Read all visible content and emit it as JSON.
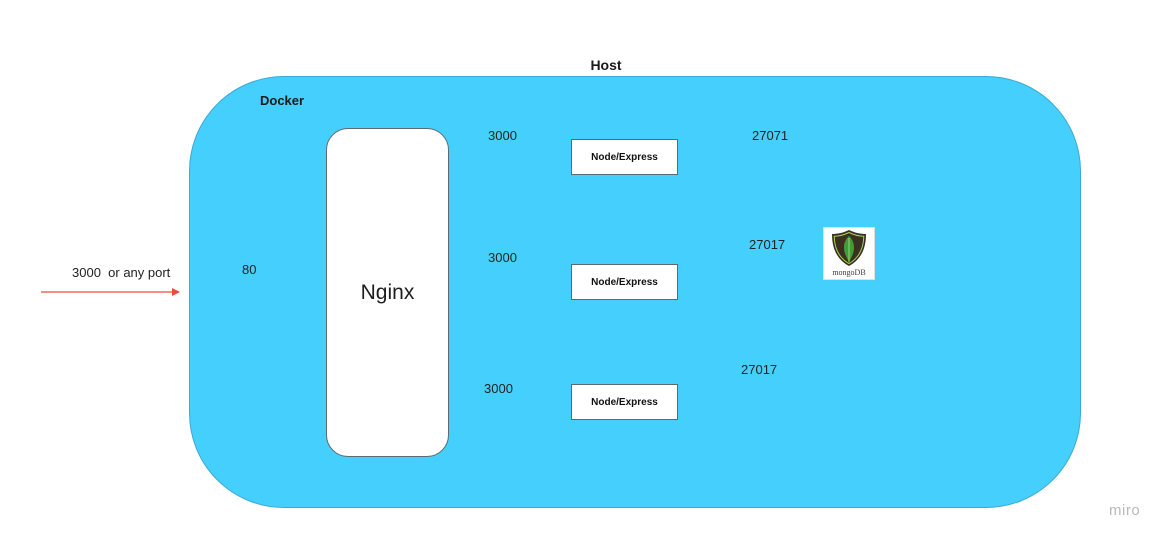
{
  "host": {
    "title": "Host"
  },
  "docker": {
    "title": "Docker",
    "fill": "#45cffc"
  },
  "nginx": {
    "label": "Nginx"
  },
  "external": {
    "port_label": "3000  or any port",
    "arrow_color": "#e74c3c"
  },
  "internal": {
    "port_label": "80"
  },
  "upstreams": [
    {
      "label": "Node/Express",
      "port_label": "3000",
      "db_port_label": "27071"
    },
    {
      "label": "Node/Express",
      "port_label": "3000",
      "db_port_label": "27017"
    },
    {
      "label": "Node/Express",
      "port_label": "3000",
      "db_port_label": "27017"
    }
  ],
  "database": {
    "logo_text": "mongoDB",
    "logo_icon": "mongodb-leaf-icon"
  },
  "colors": {
    "upstream_arrow": "#d4148f",
    "db_connector": "#f5f542",
    "leaf": "#3f9c37",
    "shield": "#3b2f22"
  },
  "watermark": "miro"
}
